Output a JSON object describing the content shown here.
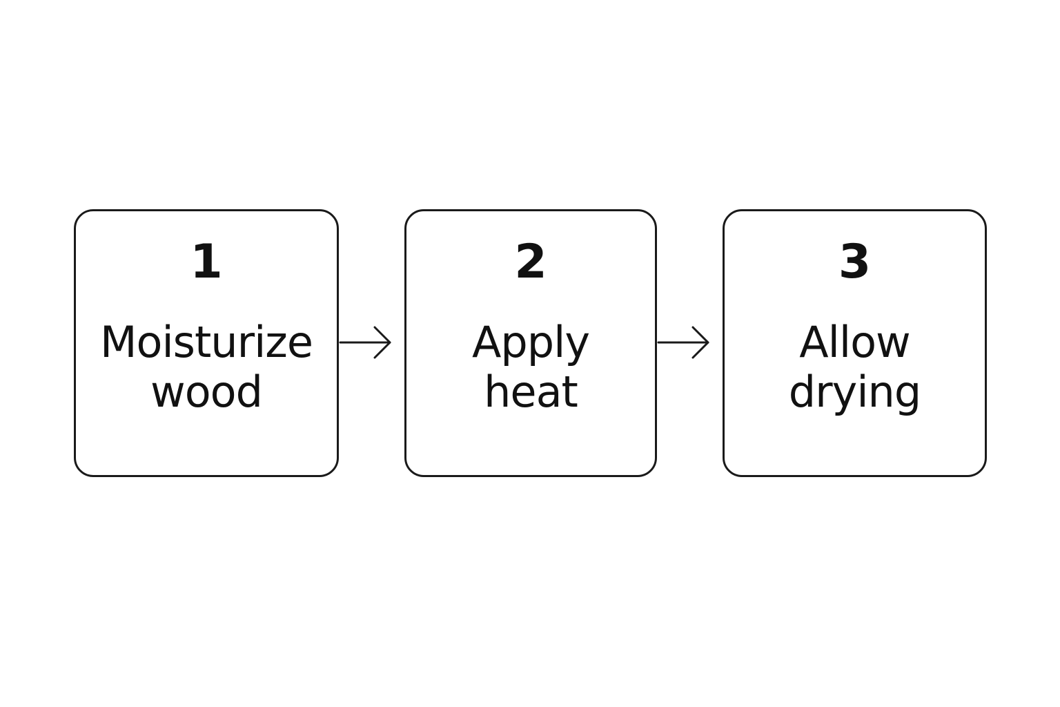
{
  "steps": [
    {
      "number": "1",
      "label_line1": "Moisturize",
      "label_line2": "wood"
    },
    {
      "number": "2",
      "label_line1": "Apply",
      "label_line2": "heat"
    },
    {
      "number": "3",
      "label_line1": "Allow",
      "label_line2": "drying"
    }
  ],
  "colors": {
    "stroke": "#1a1a1a",
    "text": "#111111",
    "background": "#ffffff"
  },
  "icons": {
    "connector": "right-arrow-icon"
  }
}
